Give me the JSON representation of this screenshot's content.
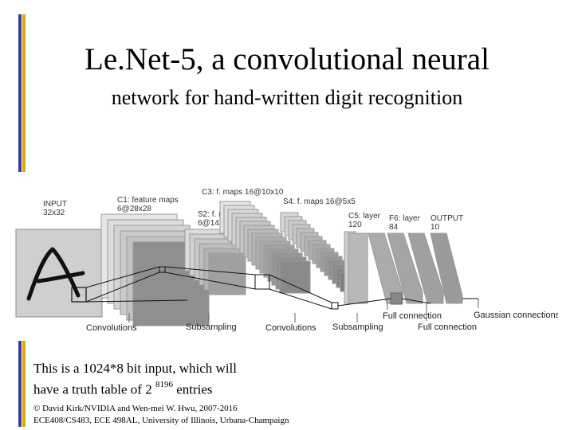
{
  "title": "Le.Net-5, a convolutional neural",
  "subtitle": "network for hand-written digit recognition",
  "diagram": {
    "input_label": "INPUT",
    "input_size": "32x32",
    "c1_label": "C1: feature maps",
    "c1_size": "6@28x28",
    "s2_label": "S2: f. maps",
    "s2_size": "6@14x14",
    "c3_label": "C3: f. maps 16@10x10",
    "s4_label": "S4: f. maps 16@5x5",
    "c5_label": "C5: layer",
    "c5_size": "120",
    "f6_label": "F6: layer",
    "f6_size": "84",
    "output_label": "OUTPUT",
    "output_size": "10",
    "bottom_labels": {
      "conv1": "Convolutions",
      "sub1": "Subsampling",
      "conv2": "Convolutions",
      "sub2": "Subsampling",
      "full1": "Full connection",
      "full2": "Full connection",
      "gauss": "Gaussian connections"
    }
  },
  "note": {
    "line1": "This is a 1024*8 bit input, which will",
    "line2_prefix": "have a truth table of 2",
    "line2_exp": "8196",
    "line2_suffix": "entries"
  },
  "copyright": {
    "line1": "© David Kirk/NVIDIA and Wen-mei W. Hwu, 2007-2016",
    "line2": "ECE408/CS483, ECE 498AL, University of Illinois, Urbana-Champaign"
  },
  "colors": {
    "accent_blue": "#3b3b9e",
    "accent_gold": "#e0a800"
  }
}
